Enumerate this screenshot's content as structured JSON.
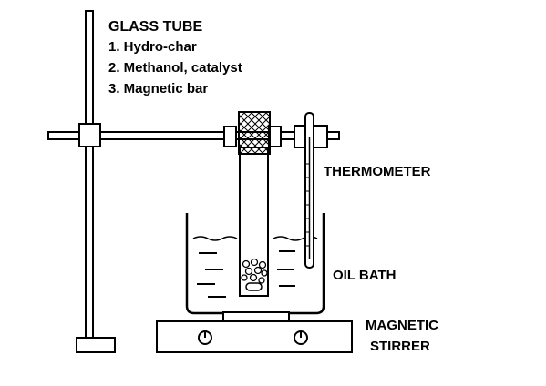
{
  "labels": {
    "glass_tube": {
      "title": "GLASS TUBE",
      "items": [
        "1. Hydro-char",
        "2. Methanol, catalyst",
        "3. Magnetic bar"
      ]
    },
    "thermometer": "THERMOMETER",
    "oil_bath": "OIL BATH",
    "magnetic_stirrer": [
      "MAGNETIC",
      "STIRRER"
    ]
  },
  "colors": {
    "line": "#000000",
    "background": "#ffffff"
  }
}
